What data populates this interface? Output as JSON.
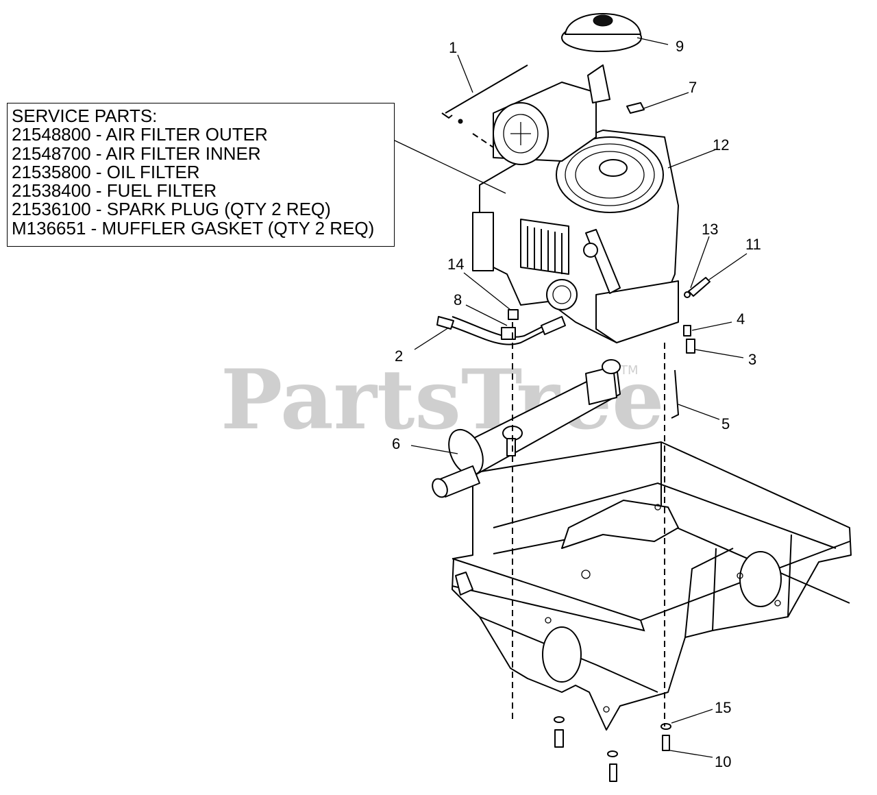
{
  "watermark": {
    "text": "PartsTree",
    "tm": "TM"
  },
  "service_parts": {
    "title": "SERVICE PARTS:",
    "items": [
      "21548800 - AIR FILTER OUTER",
      "21548700 - AIR FILTER INNER",
      "21535800 - OIL FILTER",
      "21538400 - FUEL FILTER",
      "21536100 - SPARK PLUG (QTY 2 REQ)",
      "M136651 - MUFFLER GASKET (QTY 2 REQ)"
    ]
  },
  "callouts": [
    "1",
    "2",
    "3",
    "4",
    "5",
    "6",
    "7",
    "8",
    "9",
    "10",
    "11",
    "12",
    "13",
    "14",
    "15"
  ]
}
